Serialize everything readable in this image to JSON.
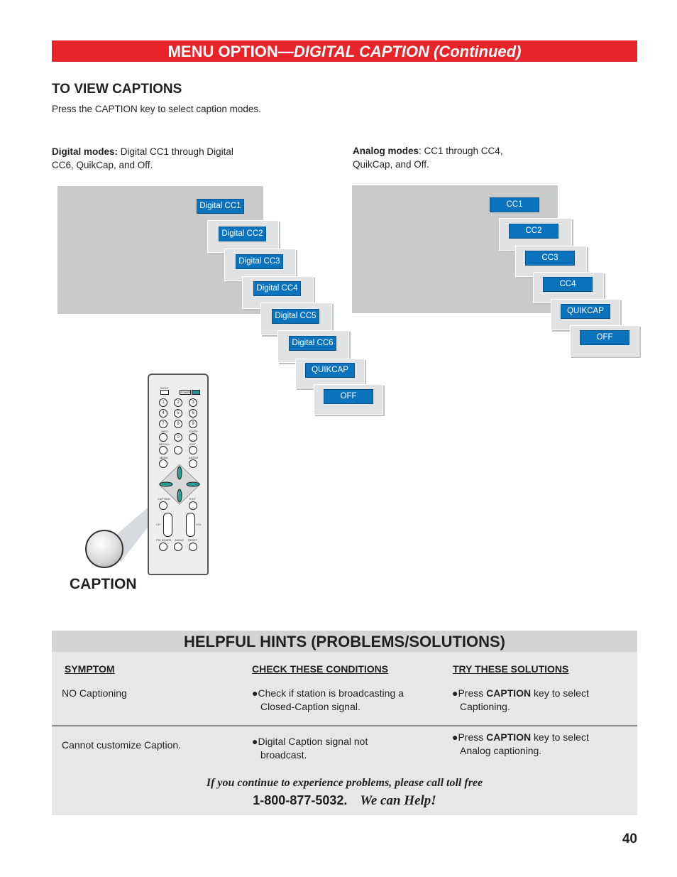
{
  "title": {
    "prefix": "MENU OPTION—",
    "italic": "DIGITAL CAPTION (Continued)"
  },
  "view_captions": {
    "heading": "TO VIEW CAPTIONS",
    "intro": "Press the CAPTION key to select caption modes."
  },
  "digital_modes": {
    "label": "Digital modes:",
    "text_line1": " Digital CC1 through Digital",
    "text_line2": "CC6, QuikCap, and Off.",
    "items": [
      "Digital CC1",
      "Digital CC2",
      "Digital CC3",
      "Digital CC4",
      "Digital CC5",
      "Digital CC6",
      "QUIKCAP",
      "OFF"
    ]
  },
  "analog_modes": {
    "label": "Analog modes",
    "text_line1": ": CC1 through CC4,",
    "text_line2": "QuikCap, and Off.",
    "items": [
      "CC1",
      "CC2",
      "CC3",
      "CC4",
      "QUIKCAP",
      "OFF"
    ]
  },
  "remote": {
    "input": "INPUT",
    "power": "POWER",
    "info": "INFO",
    "sleep": "SLEEP",
    "recall": "RECALL",
    "exit_top": "EXIT",
    "menu": "MENU",
    "enter": "ENTER",
    "caption": "CAPTION",
    "exit": "EXIT",
    "ch": "CH",
    "vol": "VOL",
    "pic_shape": "PIC SHAPE",
    "audio": "AUDIO",
    "reset": "RESET",
    "digits": [
      "1",
      "2",
      "3",
      "4",
      "5",
      "6",
      "7",
      "8",
      "9",
      "0"
    ]
  },
  "caption_label": "CAPTION",
  "hints": {
    "title": "HELPFUL HINTS (PROBLEMS/SOLUTIONS)",
    "col_symptom": "SYMPTOM",
    "col_conditions": "CHECK THESE CONDITIONS",
    "col_solutions": "TRY THESE SOLUTIONS",
    "rows": [
      {
        "symptom": "NO Captioning",
        "condition_l1": "Check if station is broadcasting a",
        "condition_l2": "Closed-Caption signal.",
        "solution_pre": "Press ",
        "solution_key": "CAPTION",
        "solution_post": " key to select",
        "solution_l2": "Captioning."
      },
      {
        "symptom": "Cannot customize Caption.",
        "condition_l1": "Digital Caption signal not",
        "condition_l2": "broadcast.",
        "solution_pre": "Press ",
        "solution_key": "CAPTION",
        "solution_post": " key to select",
        "solution_l2": "Analog captioning."
      }
    ],
    "footer_line1": "If you continue to experience problems, please call toll free",
    "phone": "1-800-877-5032.",
    "we_can_help": "We can Help!"
  },
  "page_number": "40"
}
